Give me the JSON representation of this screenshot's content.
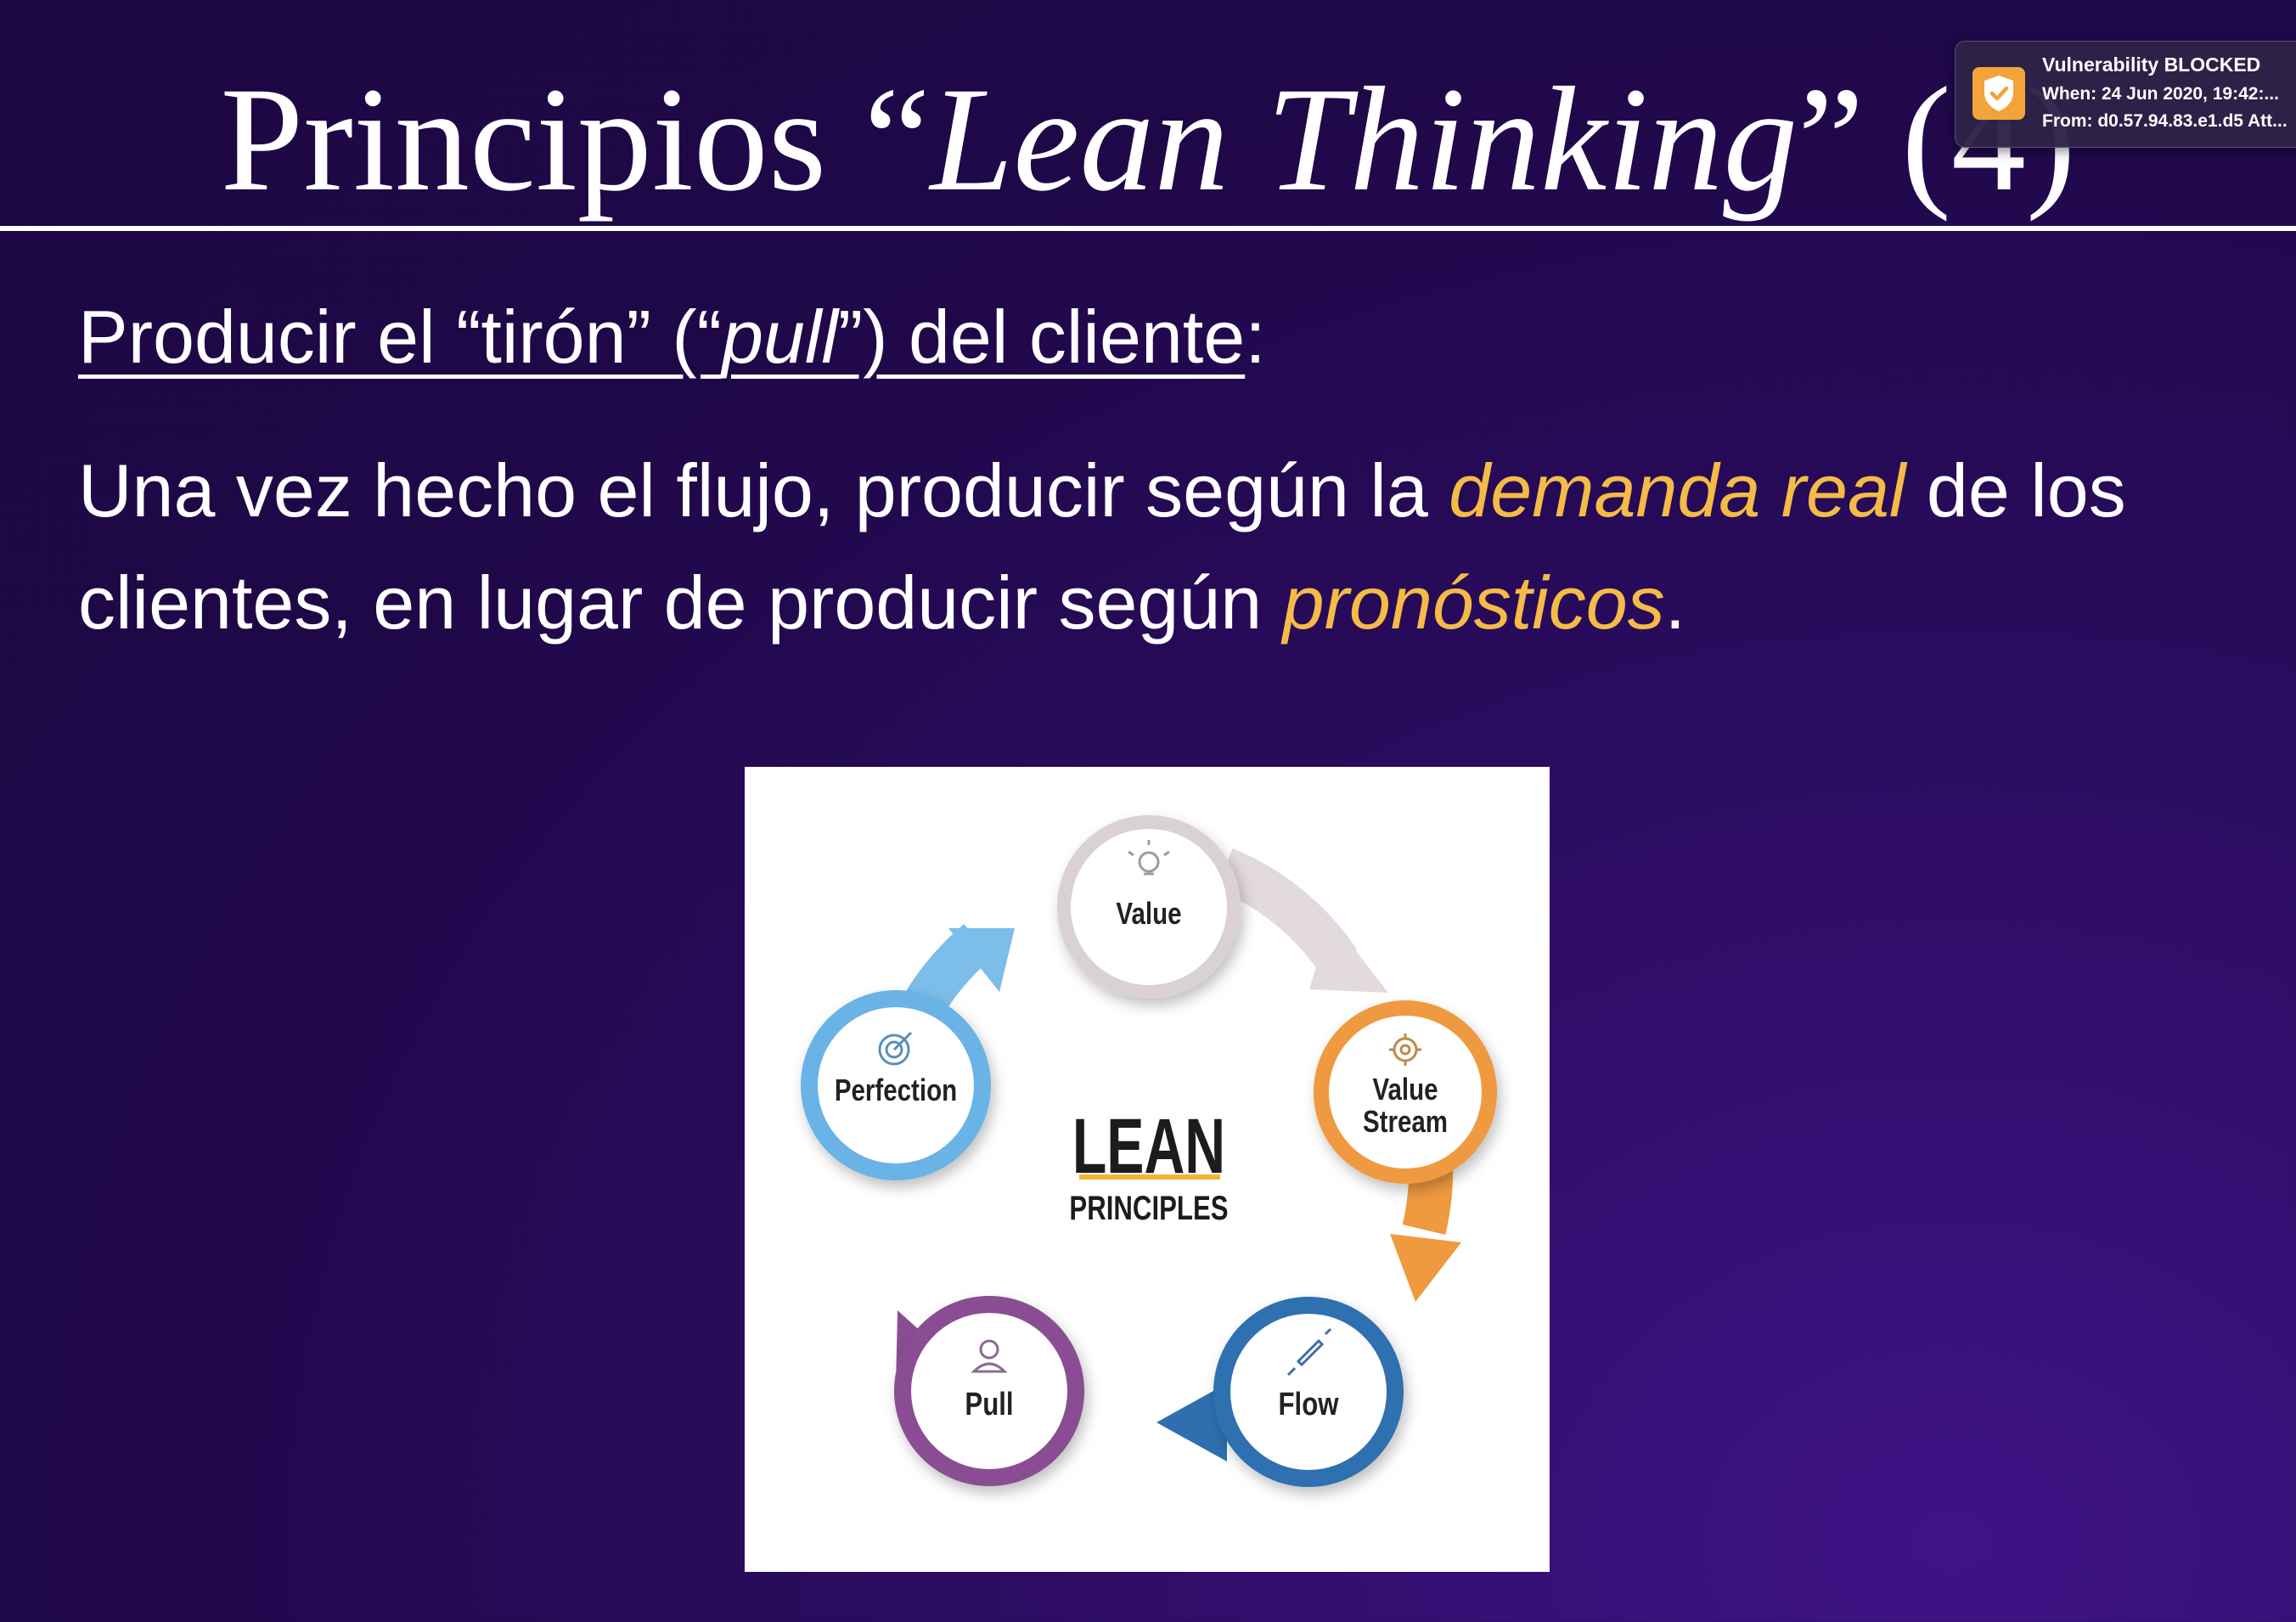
{
  "slide": {
    "title_prefix": "Principios “",
    "title_italic": "Lean Thinking",
    "title_suffix": "” (4)",
    "subtitle_a": "Producir el “tirón” (“",
    "subtitle_italic": "pull",
    "subtitle_b": "”) del cliente",
    "subtitle_colon": ":",
    "body_1": "Una vez hecho el flujo, producir según la ",
    "body_hl_1": "demanda real",
    "body_2": " de los clientes, en lugar de producir según ",
    "body_hl_2": "pronósticos",
    "body_3": ".",
    "highlight_color": "#f4bb47"
  },
  "diagram": {
    "center_title": "LEAN",
    "center_subtitle": "PRINCIPLES",
    "nodes": [
      {
        "label": "Value",
        "icon": "lightbulb-icon",
        "color": "#d9d1d4"
      },
      {
        "label_line1": "Value",
        "label_line2": "Stream",
        "icon": "gear-icon",
        "color": "#ef9a3f"
      },
      {
        "label": "Flow",
        "icon": "rocket-icon",
        "color": "#2f6fb0"
      },
      {
        "label": "Pull",
        "icon": "person-icon",
        "color": "#8a4d93"
      },
      {
        "label": "Perfection",
        "icon": "target-icon",
        "color": "#6bb3e6"
      }
    ]
  },
  "notification": {
    "icon": "shield-check-icon",
    "title": "Vulnerability BLOCKED",
    "line1": "When: 24 Jun 2020, 19:42:...",
    "line2": "From: d0.57.94.83.e1.d5 Att..."
  }
}
